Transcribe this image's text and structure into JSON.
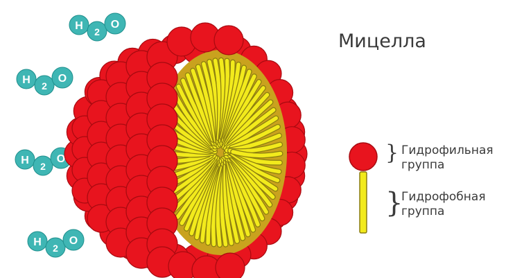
{
  "title": "Мицелла",
  "water_molecule": {
    "h": "H",
    "sub": "2",
    "o": "O"
  },
  "legend": {
    "hydrophilic": {
      "line1": "Гидрофильная",
      "line2": "группа"
    },
    "hydrophobic": {
      "line1": "Гидрофобная",
      "line2": "группа"
    }
  },
  "colors": {
    "head": "#e8141e",
    "head_dark": "#a80a10",
    "tail": "#f2ea1c",
    "tail_outline": "#8a7d10",
    "water": "#3fb6b4",
    "water_dark": "#1f8f8d",
    "text": "#3a3a3a"
  },
  "icons": {
    "water": "water-molecule-icon",
    "brace": "curly-brace-icon"
  }
}
